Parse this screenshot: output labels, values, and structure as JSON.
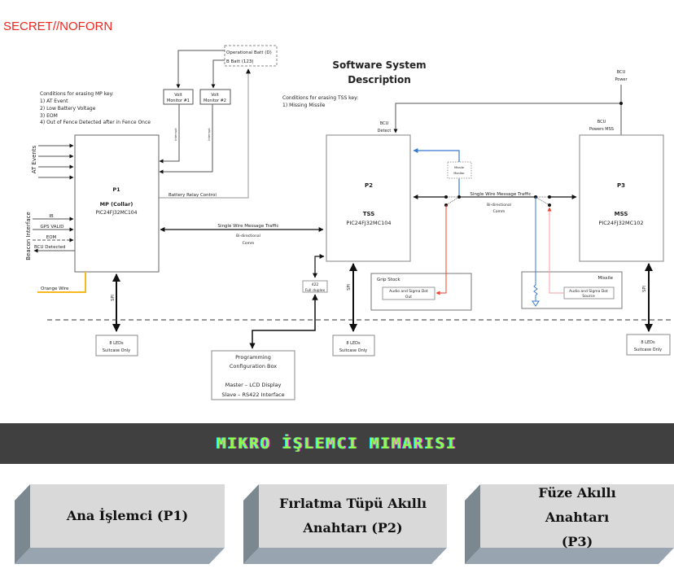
{
  "classification": "SECRET//NOFORN",
  "diagram": {
    "title_line1": "Software System",
    "title_line2": "Description",
    "mp_conditions": {
      "heading": "Conditions for erasing MP key:",
      "items": [
        "1) AT Event",
        "2) Low Battery Voltage",
        "3) EOM",
        "4) Out of Fence Detected after in Fence Once"
      ]
    },
    "tss_conditions": {
      "heading": "Conditions for erasing TSS  key:",
      "items": [
        "1) Missing Missile"
      ]
    },
    "battery": {
      "line1": "Operational Batt (D)",
      "line2": "B Batt (123)"
    },
    "volt_monitor_1": {
      "line1": "Volt",
      "line2": "Monitor #1"
    },
    "volt_monitor_2": {
      "line1": "Volt",
      "line2": "Monitor #2"
    },
    "interrupt_label": "Interrupt",
    "battery_relay_label": "Battery Relay Control",
    "at_events_label": "AT Events",
    "beacon_interface_label": "Beacon Interface",
    "beacon_signals": [
      "IB",
      "GPS VALID",
      "EOM",
      "BCU Detected"
    ],
    "orange_wire_label": "Orange Wire",
    "spi_label": "SPI",
    "p1": {
      "id": "P1",
      "name": "MP (Collar)",
      "chip": "PIC24FJ32MC104"
    },
    "p2": {
      "id": "P2",
      "name": "TSS",
      "chip": "PIC24FJ32MC104"
    },
    "p3": {
      "id": "P3",
      "name": "MSS",
      "chip": "PIC24FJ32MC102"
    },
    "swmt_label": "Single Wire Message Traffic",
    "bidir_line1": "Bi-directional",
    "bidir_line2": "Comm",
    "bcu_detect": {
      "line1": "BCU",
      "line2": "Detect"
    },
    "bcu_power": {
      "line1": "BCU",
      "line2": "Power"
    },
    "bcu_powers_mss": {
      "line1": "BCU",
      "line2": "Powers MSS"
    },
    "missile_monitor": {
      "line1": "Missile",
      "line2": "Monitor"
    },
    "full_duplex": {
      "line1": "422",
      "line2": "Full duplex"
    },
    "grip_stock": {
      "title": "Grip Stock",
      "inner_line1": "Audio and Sigma Dot",
      "inner_line2": "Out"
    },
    "missile": {
      "title": "Missile",
      "inner_line1": "Audio and Sigma Dot",
      "inner_line2": "Source"
    },
    "leds": {
      "line1": "8 LEDs",
      "line2": "Suitcase Only"
    },
    "prog_box": {
      "line1": "Programming",
      "line2": "Configuration Box",
      "line3": "Master – LCD Display",
      "line4": "Slave – RS422 Interface"
    },
    "colors": {
      "blue_line": "#3a78d0",
      "red_line": "#f04030",
      "orange_wire": "#f8b820",
      "classification": "#f0261e"
    }
  },
  "banner": {
    "title": "MIKRO İŞLEMCI MIMARISI"
  },
  "cards": [
    {
      "label": "Ana İşlemci (P1)"
    },
    {
      "label_line1": "Fırlatma Tüpü Akıllı",
      "label_line2": "Anahtarı (P2)"
    },
    {
      "label_line1": "Füze Akıllı",
      "label_line2": "Anahtarı",
      "label_line3": "(P3)"
    }
  ]
}
